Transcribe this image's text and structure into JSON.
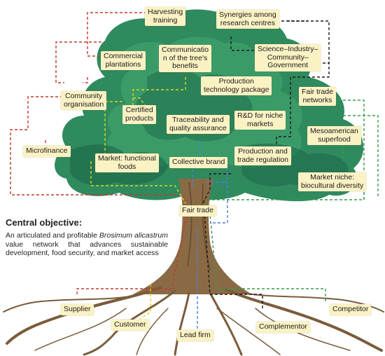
{
  "tree": {
    "labels": {
      "harvesting_training": "Harvesting\ntraining",
      "synergies": "Synergies among\nresearch centres",
      "commercial_plantations": "Commercial\nplantations",
      "communication": "Communicatio\nn of the tree's\nbenefits",
      "science_industry": "Science–Industry–\nCommunity–\nGovernment",
      "community_organisation": "Community\norganisation",
      "production_technology": "Production\ntechnology package",
      "fair_trade_networks": "Fair trade\nnetworks",
      "certified_products": "Certified\nproducts",
      "traceability": "Traceability and\nquality assurance",
      "rd_niche": "R&D for niche\nmarkets",
      "mesoamerican": "Mesoamerican\nsuperfood",
      "microfinance": "Microfinance",
      "market_functional": "Market: functional\nfoods",
      "collective_brand": "Collective brand",
      "production_trade": "Production and\ntrade regulation",
      "market_niche": "Market niche:\nbiocultural diversity",
      "fair_trade": "Fair trade"
    }
  },
  "roots": {
    "labels": {
      "supplier": "Supplier",
      "competitor": "Competitor",
      "customer": "Customer",
      "complementor": "Complementor",
      "lead_firm": "Lead firm"
    }
  },
  "objective": {
    "heading": "Central objective:",
    "text_before": "An articulated and profitable ",
    "species": "Brosimum alicastrum",
    "text_after": " value network that advances sustainable development, food security, and market access"
  },
  "colors": {
    "red": "#c0392b",
    "black": "#1a1a1a",
    "green": "#3a9a4a",
    "yellow": "#d9d61c",
    "blue": "#4a7fd8",
    "canopy": "#2f8a5e",
    "trunk": "#8a6a45",
    "label_bg": "#fbf2c4"
  }
}
